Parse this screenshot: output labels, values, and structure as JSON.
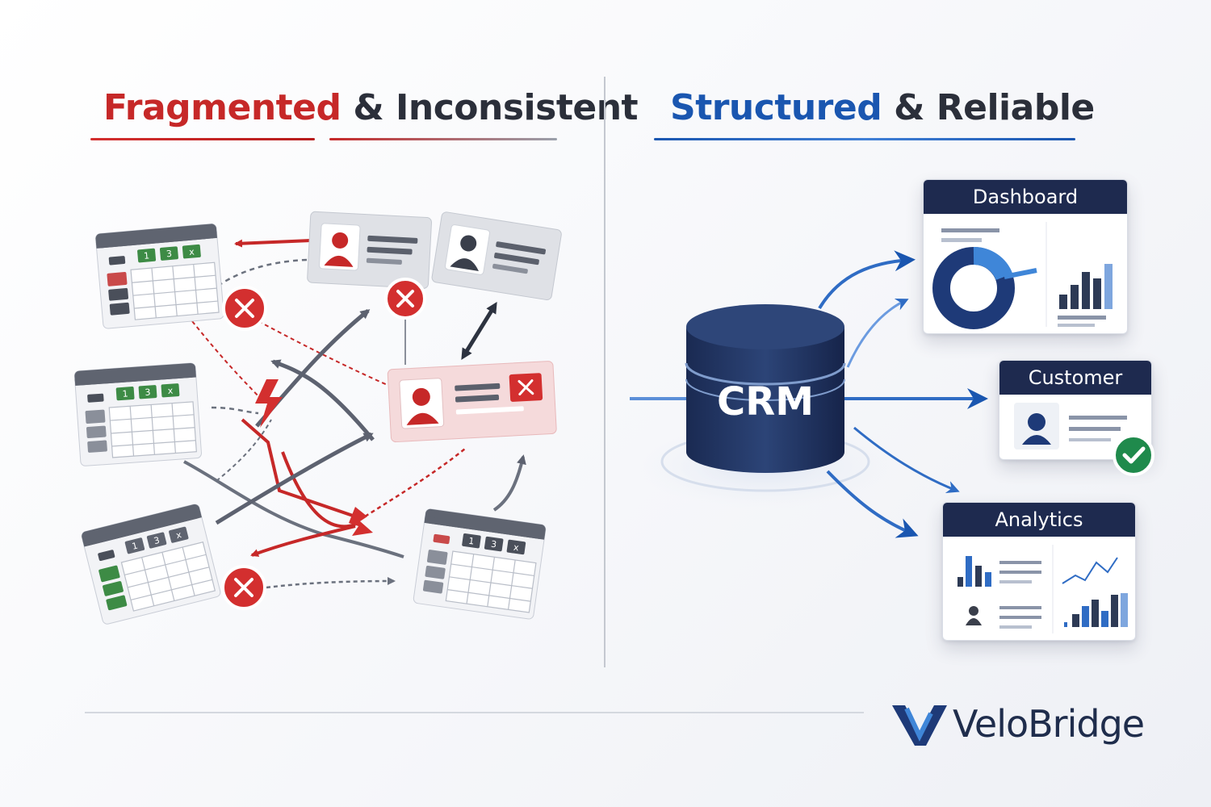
{
  "left_title": {
    "accent": "Fragmented",
    "rest": "& Inconsistent"
  },
  "right_title": {
    "accent": "Structured",
    "rest": "& Reliable"
  },
  "spreadsheet_cells": [
    "1",
    "3",
    "x"
  ],
  "crm": {
    "label": "CRM"
  },
  "panels": {
    "dashboard": "Dashboard",
    "customer": "Customer",
    "analytics": "Analytics"
  },
  "brand": {
    "name": "VeloBridge"
  },
  "colors": {
    "error_red": "#c62828",
    "structured_blue": "#1a56b0",
    "navy": "#1e2a4f",
    "success_green": "#1f8a4c",
    "sheet_green": "#3d8b45"
  },
  "icons": [
    "error-x-icon",
    "check-icon",
    "user-icon",
    "lightning-icon",
    "velobridge-logo-icon"
  ]
}
